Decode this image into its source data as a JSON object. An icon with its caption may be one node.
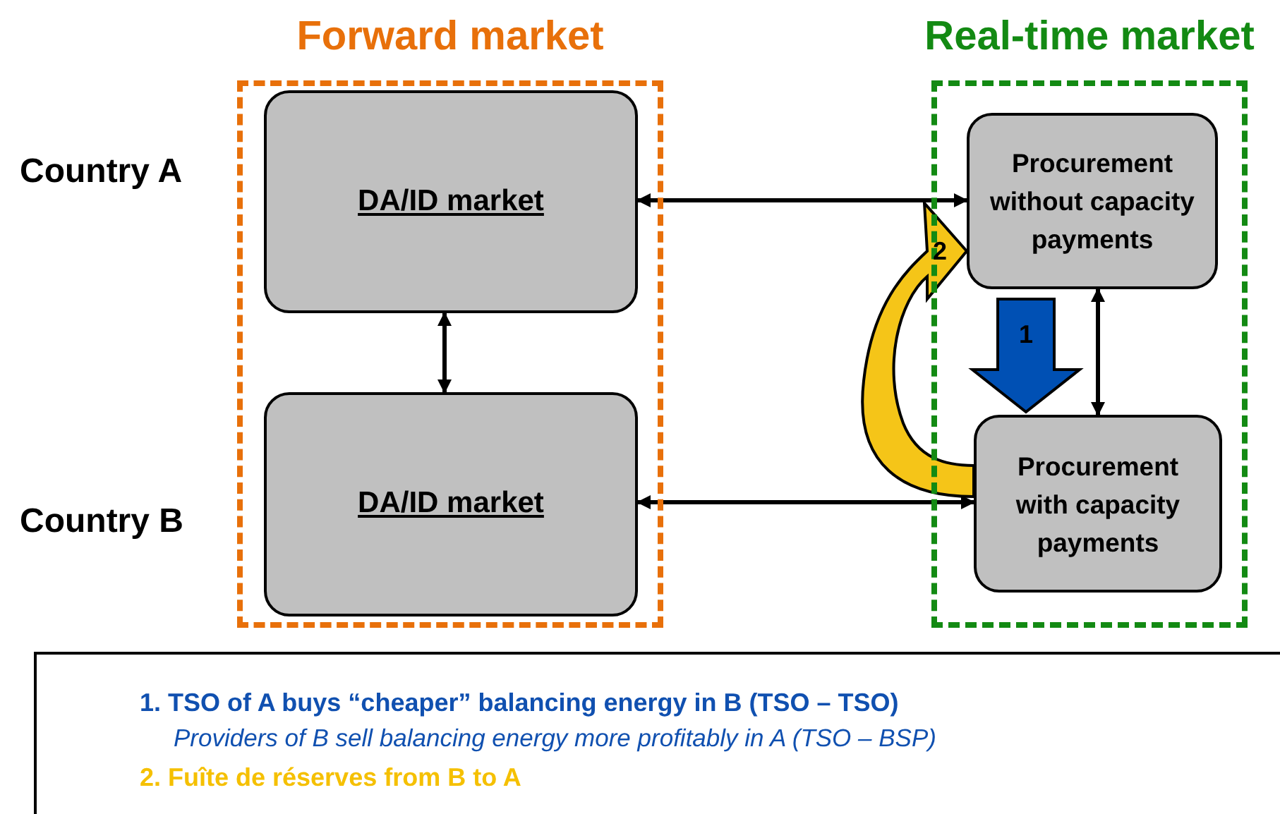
{
  "diagram": {
    "nodes": [
      {
        "text": [
          "Forward market"
        ]
      },
      {
        "text": [
          "DA/ID market"
        ],
        "in": 0
      },
      {
        "text": [
          "DA/ID market"
        ],
        "in": 0
      },
      {
        "text": [
          "Real-time market"
        ]
      },
      {
        "text": [
          "Procurement without capacity payments"
        ],
        "in": 3
      },
      {
        "text": [
          "Procurement with capacity payments"
        ],
        "in": 3
      },
      {
        "text": [
          "1. TSO of A buys “cheaper” balancing energy in B (TSO – TSO)",
          "Providers of B sell balancing energy more profitably in A (TSO – BSP)",
          "2. Fuîte de réserves from B to A"
        ]
      }
    ],
    "edges": [
      {
        "from": 1,
        "to": 4,
        "arrow": "both"
      },
      {
        "from": 2,
        "to": 5,
        "arrow": "both"
      },
      {
        "from": 1,
        "to": 2,
        "arrow": "both"
      },
      {
        "from": 4,
        "to": 5,
        "arrow": "both"
      },
      {
        "from": 4,
        "to": 5,
        "arrow": "to",
        "label": "1",
        "style": "thick",
        "color": "#0050b4"
      },
      {
        "from": 5,
        "to": 4,
        "arrow": "to",
        "label": "2",
        "style": "thick",
        "color": "#f5c518"
      }
    ],
    "labels": [
      "Country A",
      "Country B"
    ]
  }
}
